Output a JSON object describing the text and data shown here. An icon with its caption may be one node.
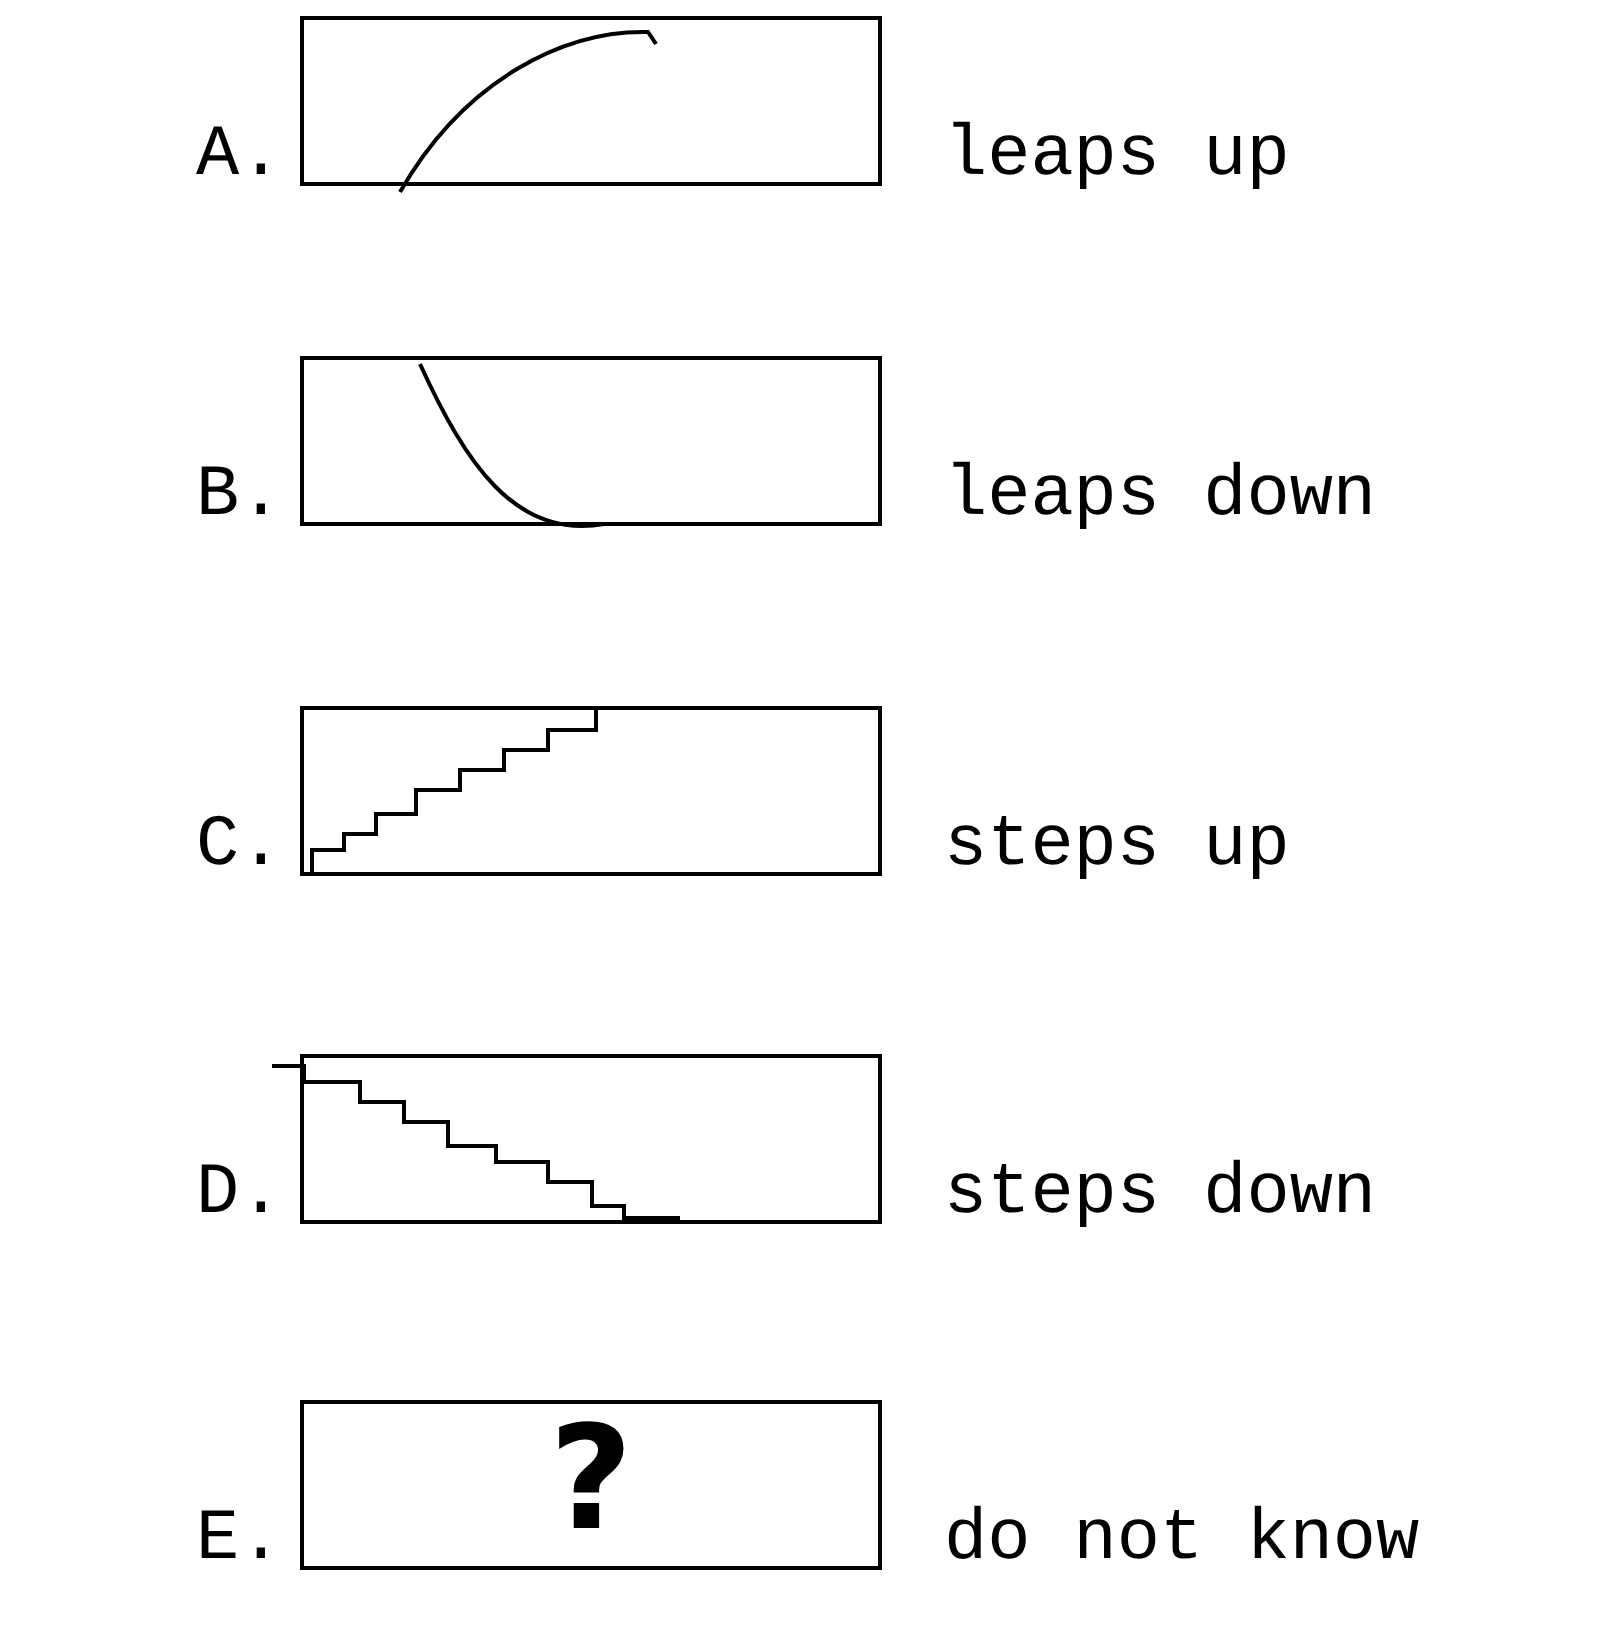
{
  "diagram": {
    "nodes": [
      {
        "text": [],
        "shape": "picture",
        "beside": [
          "A.",
          "leaps up"
        ]
      },
      {
        "text": [],
        "shape": "picture",
        "beside": [
          "B.",
          "leaps down"
        ]
      },
      {
        "text": [],
        "shape": "picture",
        "beside": [
          "C.",
          "steps up"
        ]
      },
      {
        "text": [],
        "shape": "picture",
        "beside": [
          "D.",
          "steps down"
        ]
      },
      {
        "text": [
          "?"
        ],
        "beside": [
          "E.",
          "do not know"
        ]
      }
    ]
  }
}
